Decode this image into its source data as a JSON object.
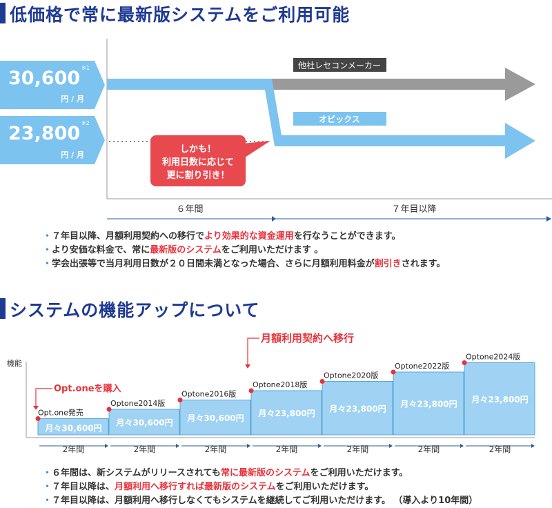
{
  "section1": {
    "heading": "低価格で常に最新版システムをご利用可能",
    "price_a": {
      "value": "30,600",
      "unit": "円 / 月",
      "note": "※1"
    },
    "price_b": {
      "value": "23,800",
      "unit": "円 / 月",
      "note": "※2"
    },
    "label_other": "他社レセコンメーカー",
    "label_ours": "オビックス",
    "callout": [
      "しかも！",
      "利用日数に応じて",
      "更に割り引き！"
    ],
    "period_1": "６年間",
    "period_2": "７年目以降",
    "notes": [
      {
        "a": "７年目以降、月額利用契約への移行で",
        "b": "より効果的な資金運用",
        "c": "を行なうことができます。"
      },
      {
        "a": "より安価な料金で、常に",
        "b": "最新版のシステム",
        "c": "をご利用いただけます 。"
      },
      {
        "a": "学会出張等で当月利用日数が２０日間未満となった場合、さらに月額利用料金が",
        "b": "割引き",
        "c": "されます。"
      }
    ]
  },
  "section2": {
    "heading": "システムの機能アップについて",
    "y_label": "機能",
    "callout_purchase": "Opt.oneを購入",
    "callout_monthly": "月額利用契約へ移行",
    "period_label": "2年間",
    "notes": [
      {
        "a": "６年間は、新システムがリリースされても",
        "b": "常に最新版のシステム",
        "c": "をご利用いただけます。"
      },
      {
        "a": "７年目以降は、",
        "b": "月額利用へ移行すれば最新版のシステム",
        "c": "をご利用いただけます。"
      },
      {
        "a": "７年目以降は、月額利用へ移行しなくてもシステムを継続してご利用いただけます。 （導入より10年間）",
        "b": "",
        "c": ""
      }
    ]
  },
  "chart_data": [
    {
      "type": "line",
      "x": [
        "６年間",
        "７年目以降"
      ],
      "series": [
        {
          "name": "他社レセコンメーカー",
          "values": [
            30600,
            30600
          ]
        },
        {
          "name": "オビックス",
          "values": [
            30600,
            23800
          ]
        }
      ],
      "y_labels": [
        "30,600 円 / 月",
        "23,800 円 / 月"
      ]
    },
    {
      "type": "bar",
      "ylabel": "機能",
      "categories": [
        "Opt.one発売",
        "Optone2014版",
        "Optone2016版",
        "Optone2018版",
        "Optone2020版",
        "Optone2022版",
        "Optone2024版"
      ],
      "values": [
        1,
        2,
        3,
        4,
        5,
        6,
        7
      ],
      "bar_labels": [
        "月々30,600円",
        "月々30,600円",
        "月々30,600円",
        "月々23,800円",
        "月々23,800円",
        "月々23,800円",
        "月々23,800円"
      ],
      "period_labels": [
        "2年間",
        "2年間",
        "2年間",
        "2年間",
        "2年間",
        "2年間",
        "2年間"
      ]
    }
  ]
}
